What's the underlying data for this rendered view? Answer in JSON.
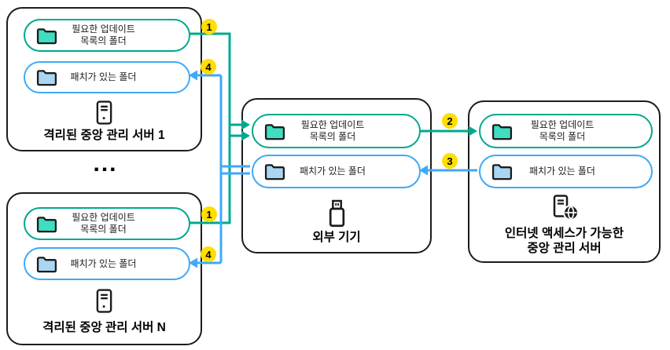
{
  "colors": {
    "teal": "#00A88E",
    "blue": "#3FA9F8",
    "teal_folder_fill": "#3FDEC0",
    "blue_folder_fill": "#A9D6F2",
    "badge_yellow": "#FFDE00",
    "outline_black": "#1C1C1C"
  },
  "labels": {
    "update_folder_line1": "필요한 업데이트",
    "update_folder_line2": "목록의 폴더",
    "patch_folder": "패치가 있는 폴더",
    "ellipsis": "..."
  },
  "nodes": {
    "isolated_server_1": "격리된 중앙 관리 서버 1",
    "isolated_server_n": "격리된 중앙 관리 서버 N",
    "external_device": "외부 기기",
    "internet_server_line1": "인터넷 액세스가 가능한",
    "internet_server_line2": "중앙 관리 서버"
  },
  "badges": {
    "step1_top": "1",
    "step4_top": "4",
    "step1_bottom": "1",
    "step4_bottom": "4",
    "step2": "2",
    "step3": "3"
  },
  "icons": {
    "folder_teal": "folder-icon",
    "folder_blue": "folder-icon",
    "server_tower": "server-icon",
    "usb_device": "usb-device-icon",
    "internet_server": "internet-server-globe-icon"
  }
}
